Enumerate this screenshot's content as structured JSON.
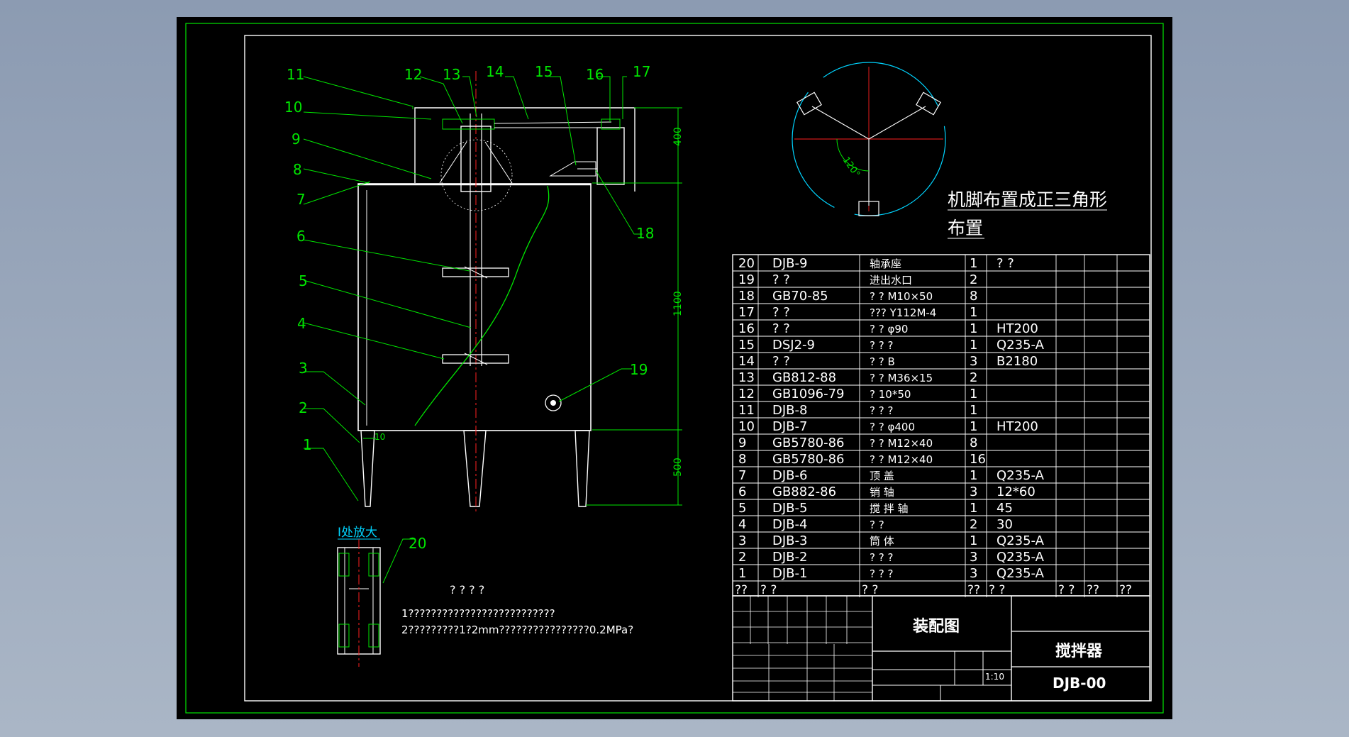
{
  "balloons": [
    "11",
    "12",
    "13",
    "14",
    "15",
    "16",
    "17",
    "10",
    "9",
    "8",
    "7",
    "6",
    "5",
    "4",
    "3",
    "2",
    "1",
    "18",
    "19",
    "20"
  ],
  "dimensions": {
    "d400": "400",
    "d1100": "1100",
    "d500": "500",
    "d10": "10",
    "angle": "120°"
  },
  "detail_label": "I处放大",
  "foot_note": "机脚布置成正三角形",
  "foot_note_2": "布置",
  "tech_requirements": {
    "title": "? ? ? ?",
    "line1": "1??????????????????????????",
    "line2": "2?????????1?2mm????????????????0.2MPa?"
  },
  "bom_rows": [
    [
      "20",
      "DJB-9",
      "轴承座",
      "1",
      "? ?"
    ],
    [
      "19",
      "?          ?",
      "进出水口",
      "2",
      ""
    ],
    [
      "18",
      "GB70-85",
      "?  ?  M10×50",
      "8",
      ""
    ],
    [
      "17",
      "?          ?",
      "???  Y112M-4",
      "1",
      ""
    ],
    [
      "16",
      "?          ?",
      "?  ?  φ90",
      "1",
      "HT200"
    ],
    [
      "15",
      "DSJ2-9",
      "?  ?  ?",
      "1",
      "Q235-A"
    ],
    [
      "14",
      "?          ?",
      "?  ?  B",
      "3",
      "B2180"
    ],
    [
      "13",
      "GB812-88",
      "?  ?  M36×15",
      "2",
      ""
    ],
    [
      "12",
      "GB1096-79",
      "?  10*50",
      "1",
      ""
    ],
    [
      "11",
      "DJB-8",
      "?  ?  ?",
      "1",
      ""
    ],
    [
      "10",
      "DJB-7",
      "?  ?  φ400",
      "1",
      "HT200"
    ],
    [
      "9",
      "GB5780-86",
      "?  ?  M12×40",
      "8",
      ""
    ],
    [
      "8",
      "GB5780-86",
      "?  ?  M12×40",
      "16",
      ""
    ],
    [
      "7",
      "DJB-6",
      "顶    盖",
      "1",
      "Q235-A"
    ],
    [
      "6",
      "GB882-86",
      "销   轴",
      "3",
      "12*60"
    ],
    [
      "5",
      "DJB-5",
      "搅 拌 轴",
      "1",
      "45"
    ],
    [
      "4",
      "DJB-4",
      "?        ?",
      "2",
      "30"
    ],
    [
      "3",
      "DJB-3",
      "筒    体",
      "1",
      "Q235-A"
    ],
    [
      "2",
      "DJB-2",
      "?  ?  ?",
      "3",
      "Q235-A"
    ],
    [
      "1",
      "DJB-1",
      "?  ?  ?",
      "3",
      "Q235-A"
    ]
  ],
  "bom_header": [
    "??",
    "?          ?",
    "?        ?",
    "??",
    "?      ?",
    "? ?",
    "??",
    "??"
  ],
  "title_block": {
    "drawing_type": "装配图",
    "name": "搅拌器",
    "code": "DJB-00",
    "scale": "1:10"
  },
  "colors": {
    "line": "#00e600",
    "text": "#ffffff",
    "cyan": "#00d4ff",
    "red": "#ff2020",
    "paper": "#000000"
  }
}
